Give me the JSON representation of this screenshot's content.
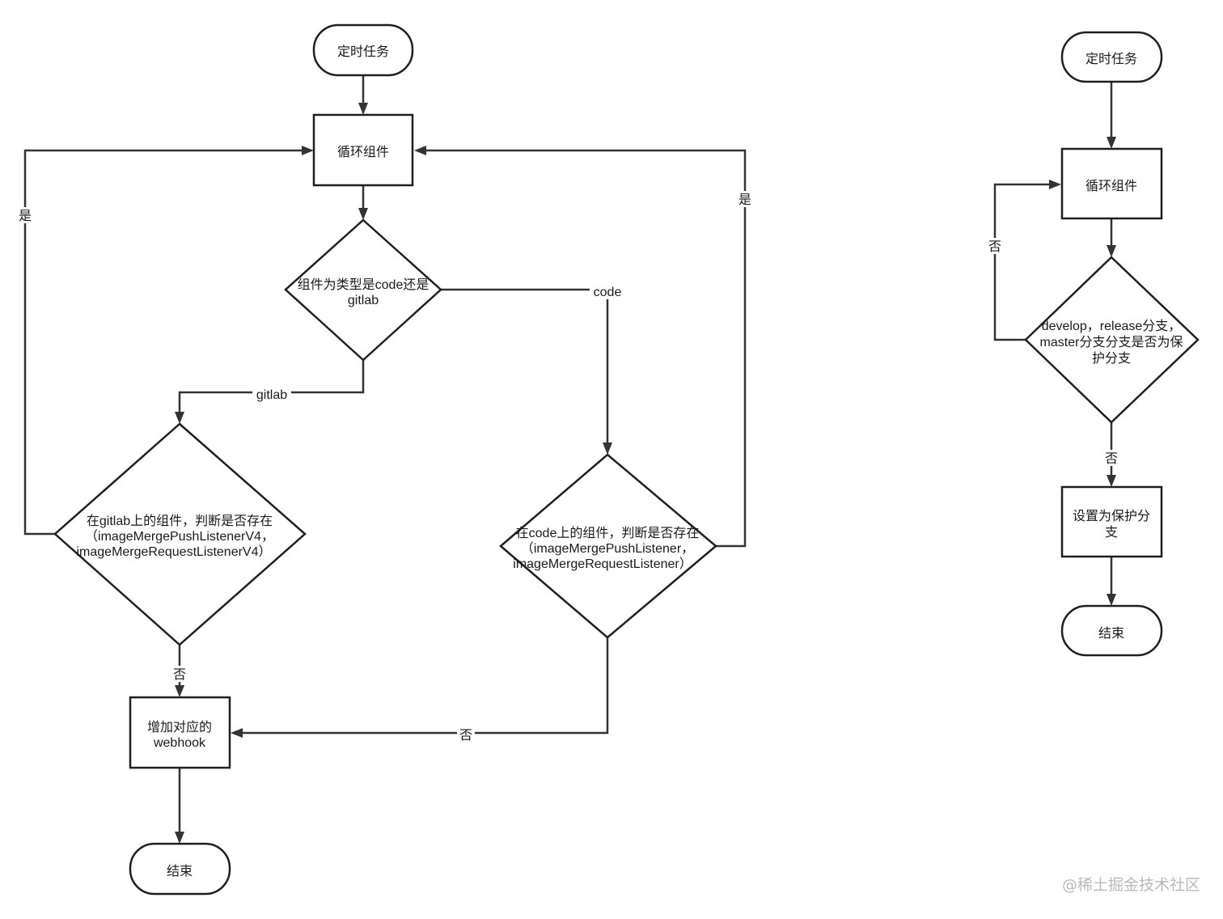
{
  "nodes": {
    "l_start": "定时任务",
    "l_loop": "循环组件",
    "l_type": [
      "组件为类型是code还是",
      "gitlab"
    ],
    "l_gitlab": [
      "在gitlab上的组件，判断是否存在",
      "（imageMergePushListenerV4，",
      "imageMergeRequestListenerV4）"
    ],
    "l_code": [
      "在code上的组件，判断是否存在",
      "（imageMergePushListener，",
      "imageMergeRequestListener）"
    ],
    "l_add": [
      "增加对应的",
      "webhook"
    ],
    "l_end": "结束",
    "r_start": "定时任务",
    "r_loop": "循环组件",
    "r_check": [
      "develop，release分支，",
      "master分支分支是否为保",
      "护分支"
    ],
    "r_set": [
      "设置为保护分",
      "支"
    ],
    "r_end": "结束"
  },
  "edges": {
    "gitlab_yes": "是",
    "code_yes": "是",
    "to_code": "code",
    "to_gitlab": "gitlab",
    "gitlab_no": "否",
    "code_no": "否",
    "r_loop_no": "否",
    "r_check_no": "否"
  },
  "watermark": "@稀土掘金技术社区"
}
